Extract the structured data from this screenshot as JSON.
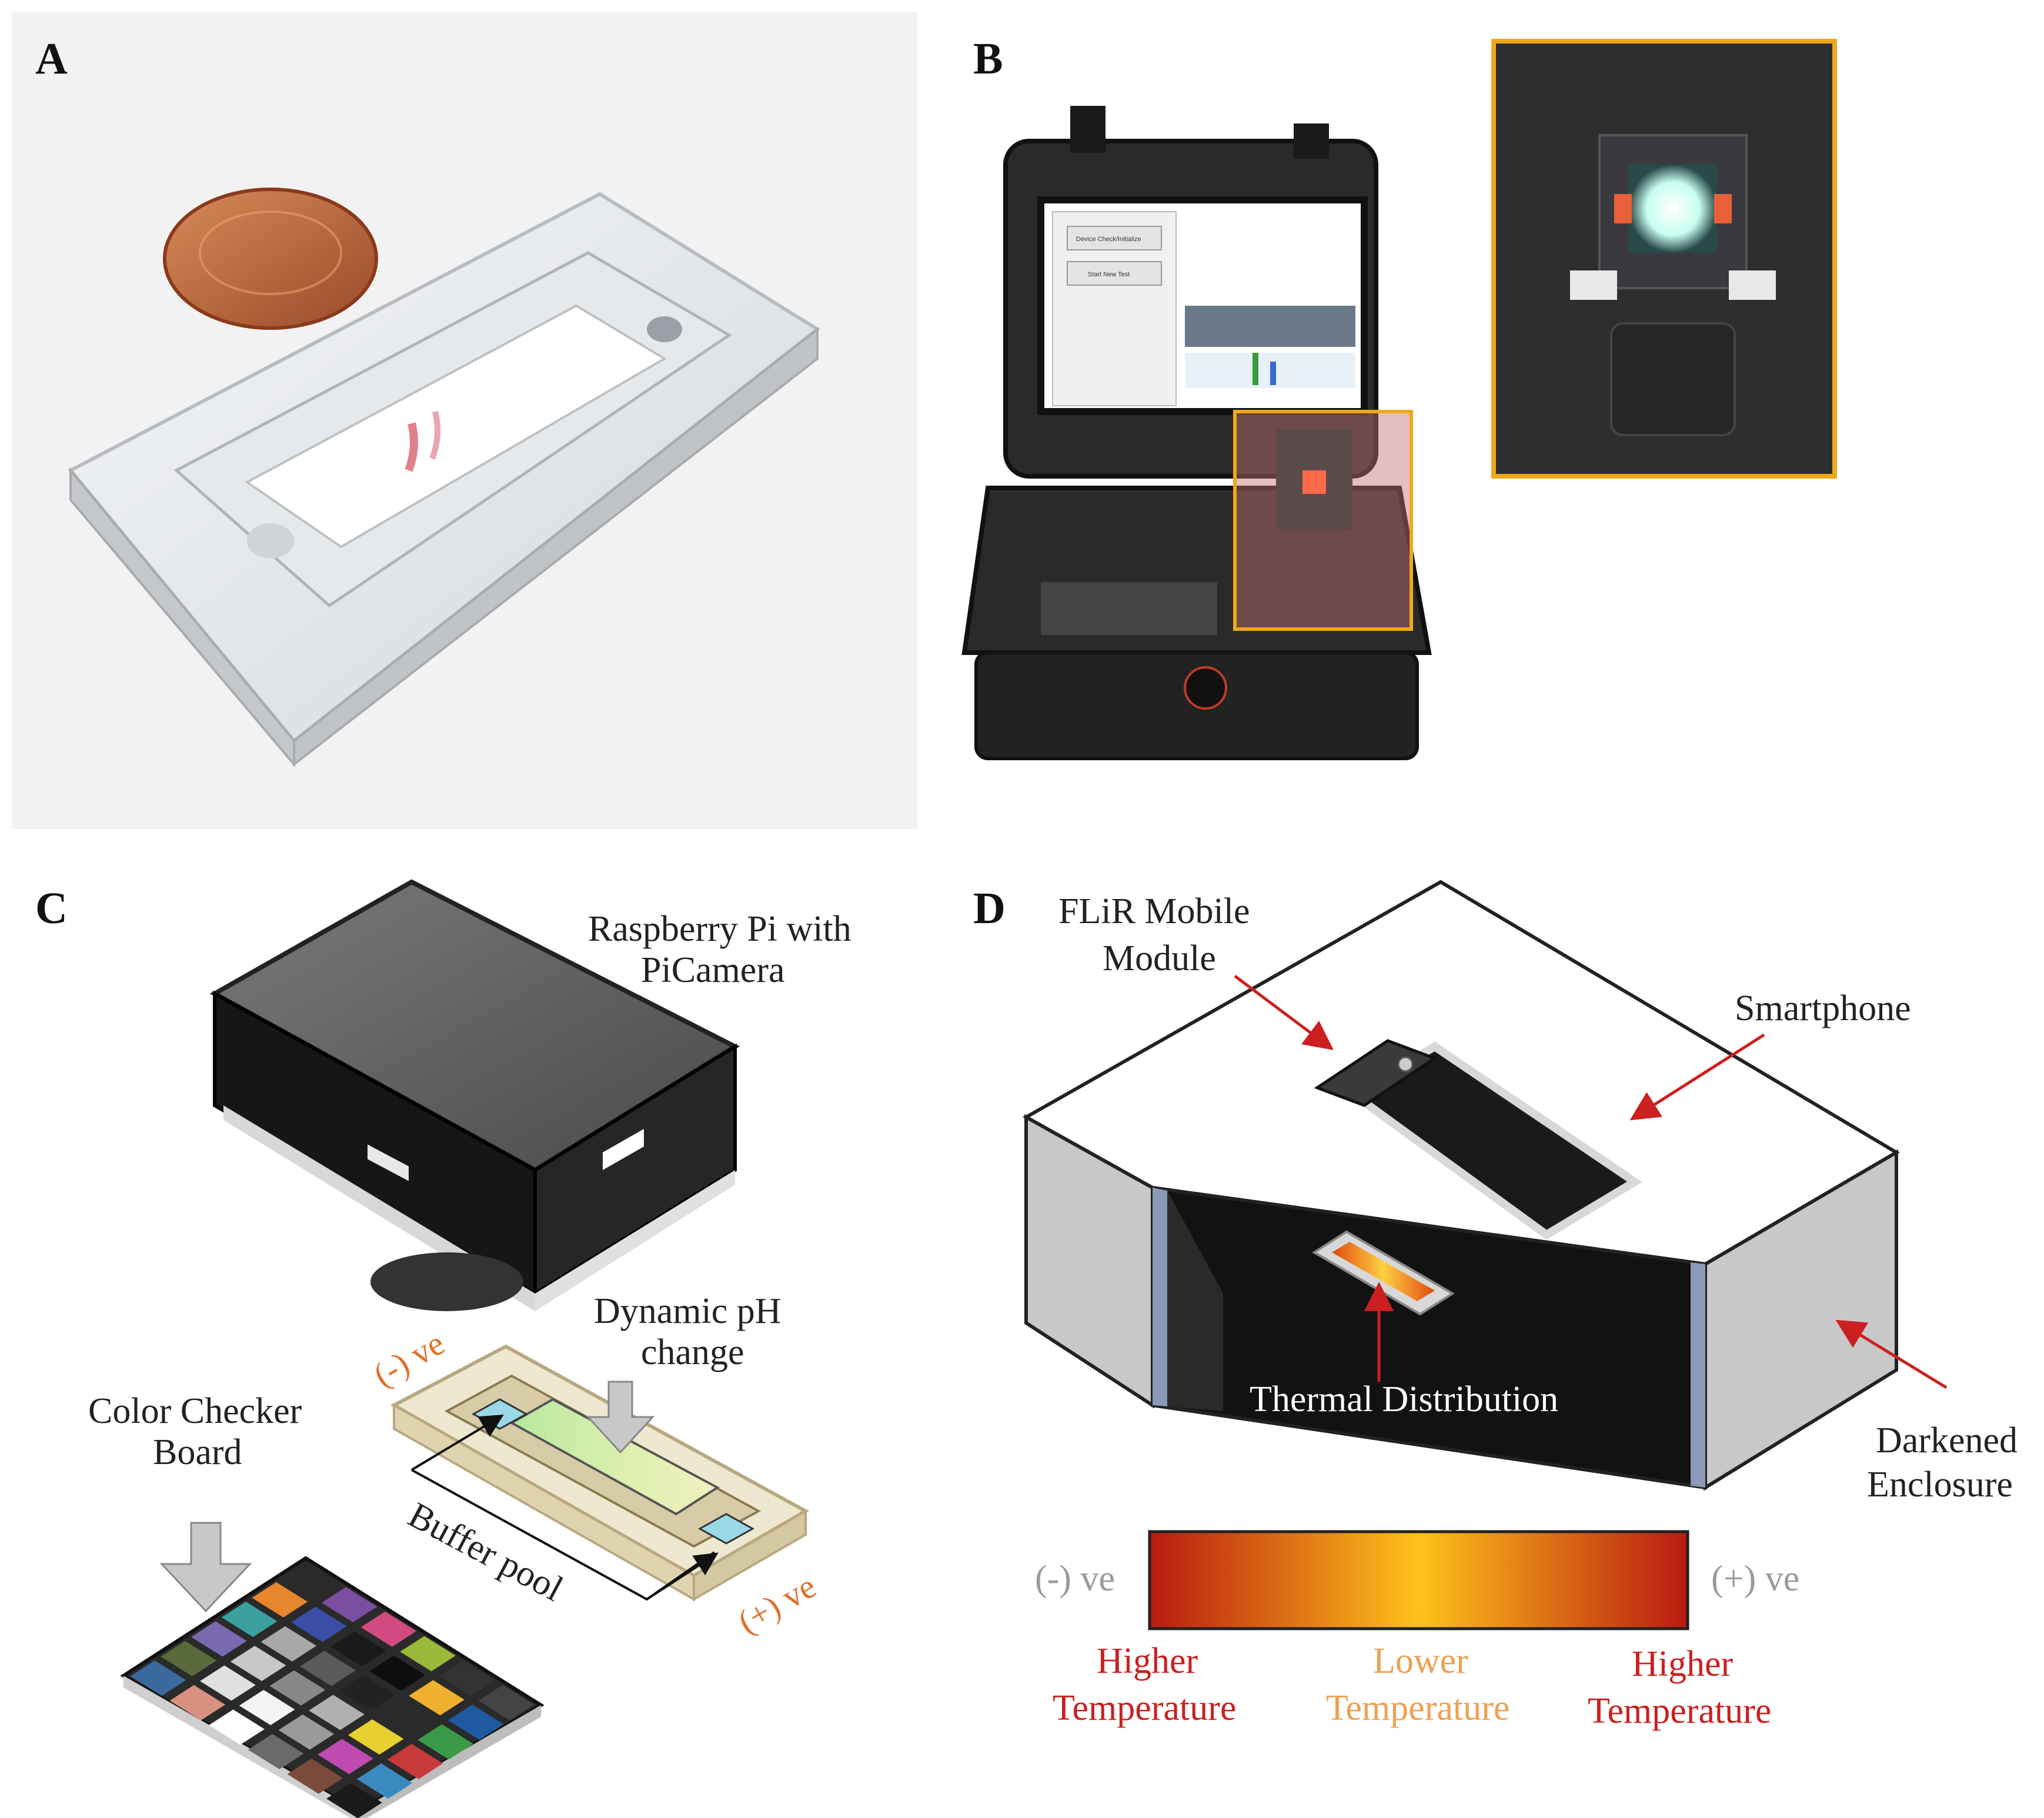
{
  "panels": {
    "A": {
      "letter": "A"
    },
    "B": {
      "letter": "B",
      "screen": {
        "button_device_check": "Device Check/Initialize",
        "button_start_test": "Start New Test"
      }
    },
    "C": {
      "letter": "C",
      "label_raspberry": [
        "Raspberry Pi with",
        "PiCamera"
      ],
      "label_dynamic": [
        "Dynamic pH",
        "change"
      ],
      "label_color_checker": [
        "Color Checker",
        "Board"
      ],
      "label_buffer": "Buffer pool",
      "label_neg": "(-) ve",
      "label_pos": "(+) ve",
      "checker_colors": [
        [
          "#2a2a2a",
          "#7a4ea0",
          "#d24a80",
          "#9ab83a",
          "#333333",
          "#444444"
        ],
        [
          "#e8862e",
          "#3a4ea8",
          "#1a1a1a",
          "#0e0e0e",
          "#f0b030",
          "#1f5aa0"
        ],
        [
          "#3aa0a0",
          "#a8a8a8",
          "#5a5a5a",
          "#222222",
          "#2a2a2a",
          "#3a9a4a"
        ],
        [
          "#7a6ab0",
          "#c8c8c8",
          "#888888",
          "#b0b0b0",
          "#e8d030",
          "#c83a3a"
        ],
        [
          "#5a6a3a",
          "#e0e0e0",
          "#f4f4f4",
          "#9a9a9a",
          "#c04ab0",
          "#3a8ac0"
        ],
        [
          "#3a6aa0",
          "#d89080",
          "#ffffff",
          "#6a6a6a",
          "#7a4a3a",
          "#1a1a1a"
        ]
      ]
    },
    "D": {
      "letter": "D",
      "label_flir": [
        "FLiR Mobile",
        "Module"
      ],
      "label_smartphone": "Smartphone",
      "label_thermal": "Thermal Distribution",
      "label_enclosure": [
        "Darkened",
        "Enclosure"
      ],
      "label_neg": "(-) ve",
      "label_pos": "(+) ve",
      "label_higher_left": [
        "Higher",
        "Temperature"
      ],
      "label_lower": [
        "Lower",
        "Temperature"
      ],
      "label_higher_right": [
        "Higher",
        "Temperature"
      ]
    }
  },
  "colors": {
    "gradient_edge": "#b81a10",
    "gradient_center": "#ffc21a",
    "label_orange": "#e0702a",
    "label_red": "#cc1f1f",
    "arrow_red": "#cc1f1f",
    "frame_yellow": "#f0a81a"
  }
}
